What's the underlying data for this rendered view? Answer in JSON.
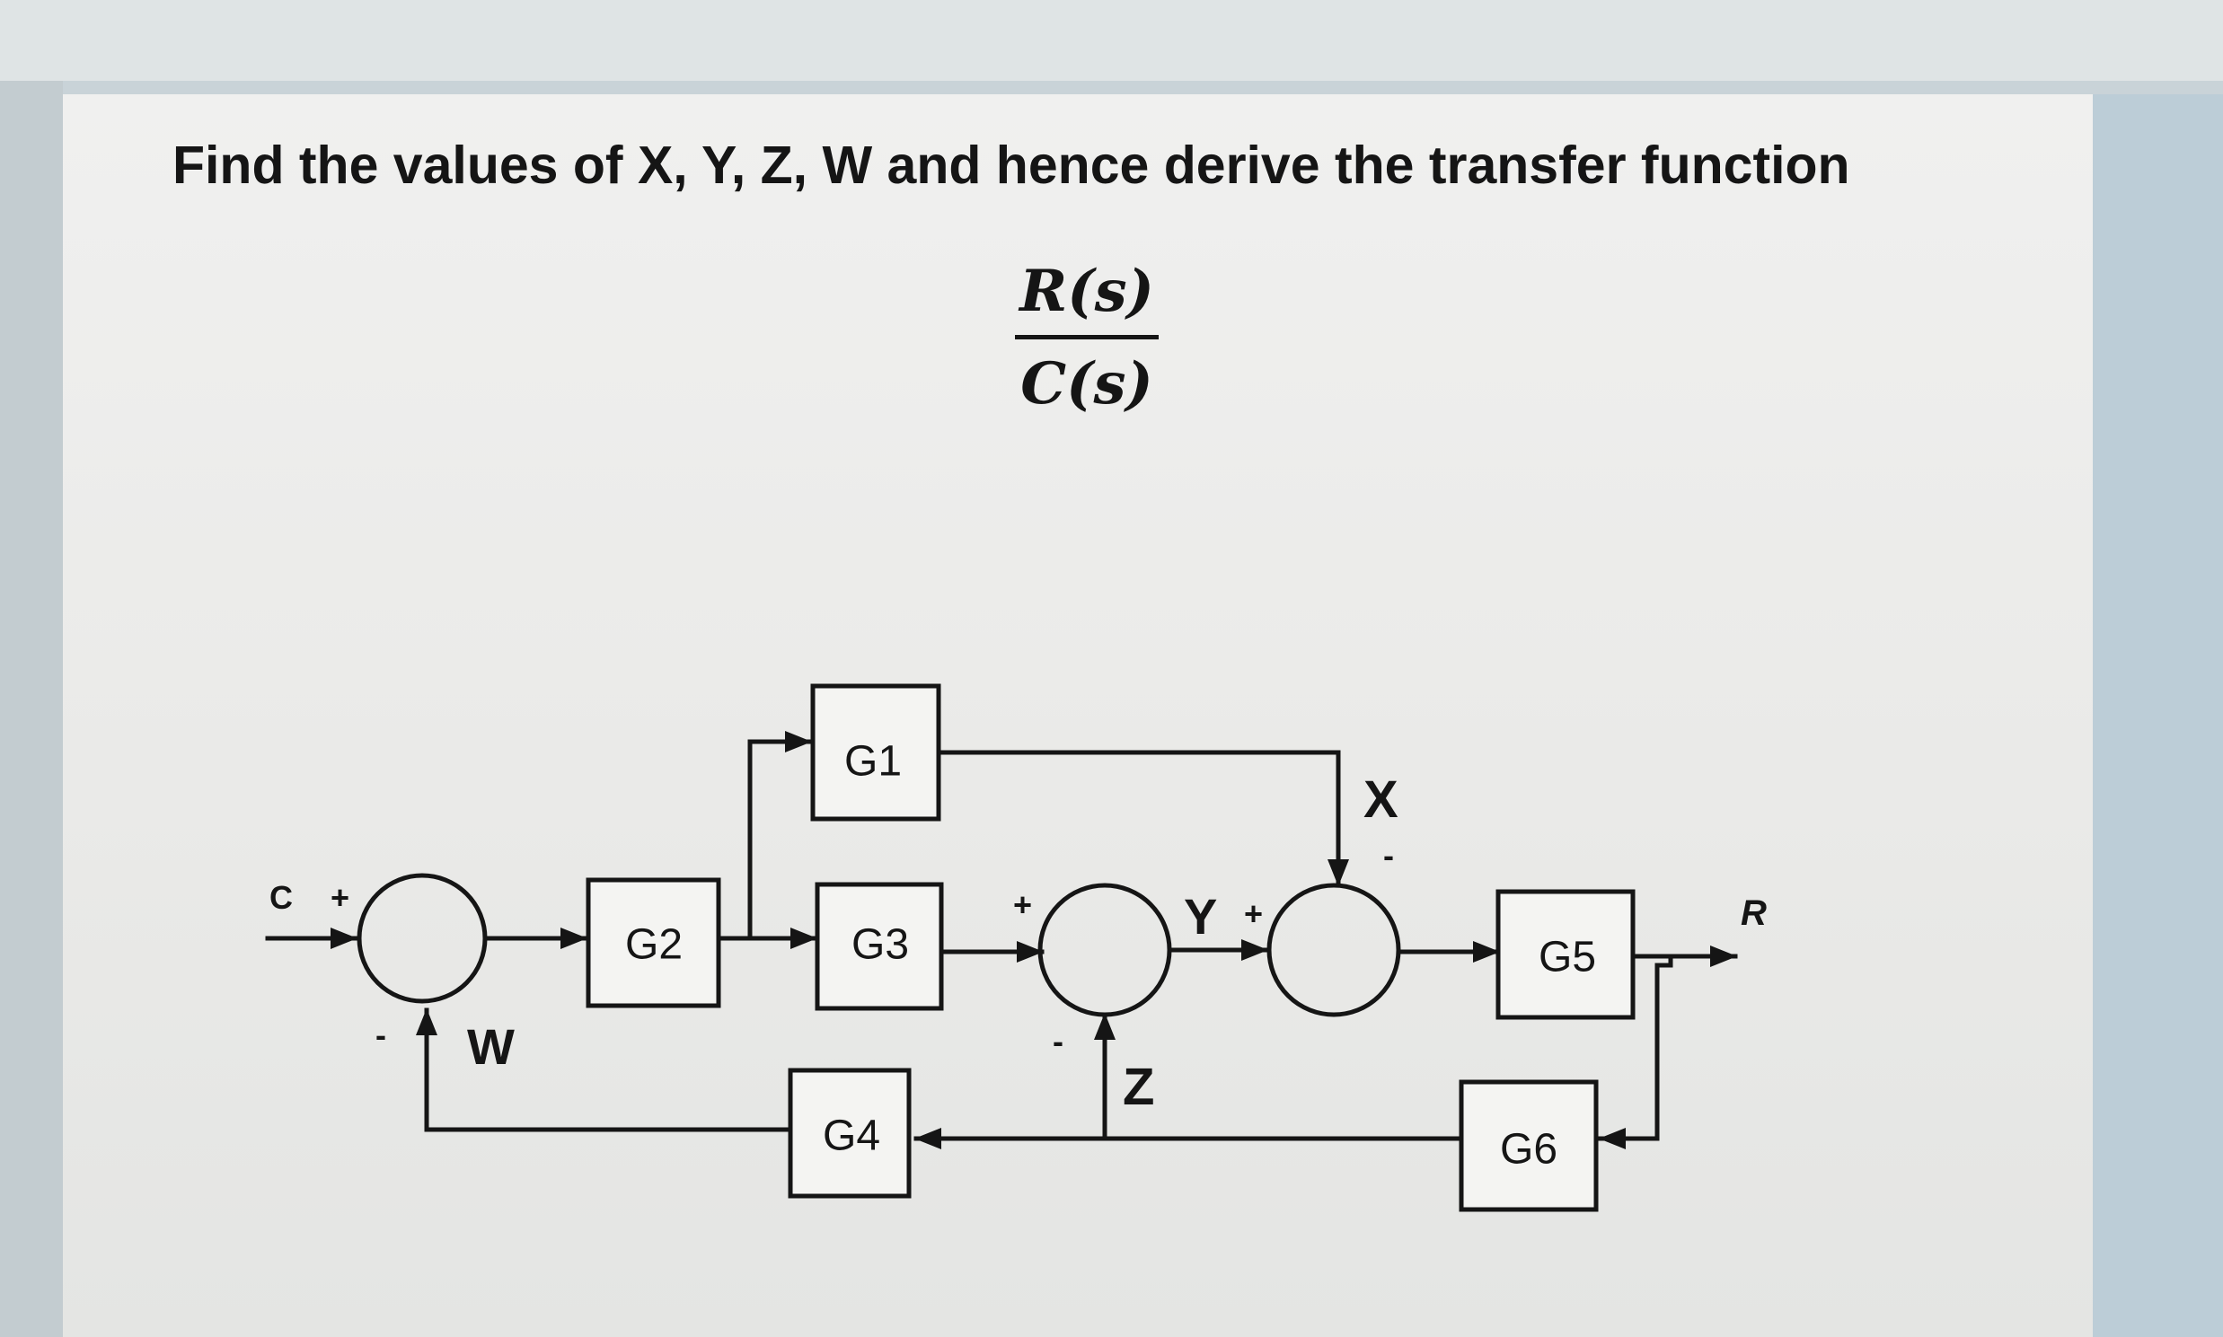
{
  "question": {
    "text": "Find the values of X, Y, Z, W and hence derive the transfer function",
    "numerator": "R(s)",
    "denominator": "C(s)"
  },
  "diagram": {
    "blocks": {
      "g1": "G1",
      "g2": "G2",
      "g3": "G3",
      "g4": "G4",
      "g5": "G5",
      "g6": "G6"
    },
    "signals": {
      "input": "C",
      "output": "R",
      "x": "X",
      "y": "Y",
      "z": "Z",
      "w": "W"
    },
    "signs": {
      "plus": "+",
      "minus": "-"
    }
  }
}
